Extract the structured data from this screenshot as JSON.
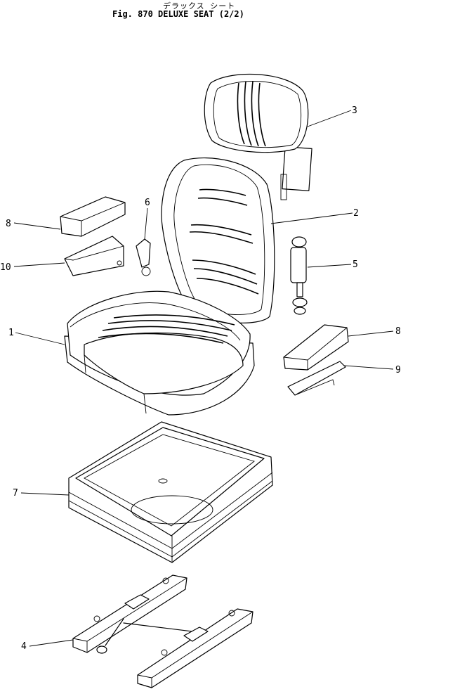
{
  "header": {
    "japanese_title": "デラックス シート",
    "figure_title": "Fig. 870  DELUXE SEAT (2/2)"
  },
  "callouts": [
    {
      "id": "c1",
      "label": "1"
    },
    {
      "id": "c2",
      "label": "2"
    },
    {
      "id": "c3",
      "label": "3"
    },
    {
      "id": "c4",
      "label": "4"
    },
    {
      "id": "c5",
      "label": "5"
    },
    {
      "id": "c6",
      "label": "6"
    },
    {
      "id": "c7",
      "label": "7"
    },
    {
      "id": "c8a",
      "label": "8"
    },
    {
      "id": "c8b",
      "label": "8"
    },
    {
      "id": "c9",
      "label": "9"
    },
    {
      "id": "c10",
      "label": "10"
    }
  ]
}
